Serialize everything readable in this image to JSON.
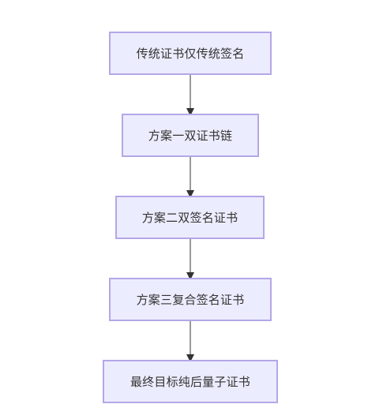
{
  "diagram": {
    "type": "flowchart",
    "direction": "top-down",
    "colors": {
      "node_fill": "#ececff",
      "node_border": "#b4a7e6",
      "edge": "#333333",
      "text": "#333333"
    },
    "nodes": [
      {
        "label": "传统证书仅传统签名"
      },
      {
        "label": "方案一双证书链"
      },
      {
        "label": "方案二双签名证书"
      },
      {
        "label": "方案三复合签名证书"
      },
      {
        "label": "最终目标纯后量子证书"
      }
    ],
    "edges": [
      {
        "from": 0,
        "to": 1
      },
      {
        "from": 1,
        "to": 2
      },
      {
        "from": 2,
        "to": 3
      },
      {
        "from": 3,
        "to": 4
      }
    ]
  }
}
